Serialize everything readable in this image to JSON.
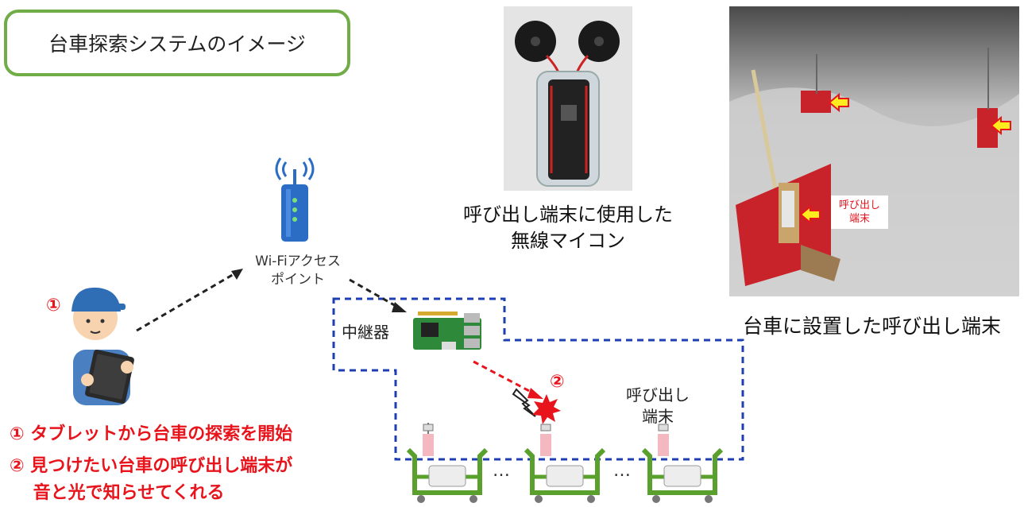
{
  "title": "台車探索システムのイメージ",
  "labels": {
    "access_point": "Wi-Fiアクセス\nポイント",
    "relay": "中継器",
    "call_terminal": "呼び出し\n端末",
    "step1_marker": "①",
    "step2_marker": "②",
    "ellipsis": "…"
  },
  "steps": [
    "① タブレットから台車の探索を開始",
    "② 見つけたい台車の呼び出し端末が\n　 音と光で知らせてくれる"
  ],
  "photos": {
    "micro_caption": "呼び出し端末に使用した\n無線マイコン",
    "cart_caption": "台車に設置した呼び出し端末",
    "cart_tag": "呼び出し\n端末"
  },
  "colors": {
    "accent_green": "#70ad47",
    "cart_green": "#5aa02c",
    "zone_blue": "#1f3fb0",
    "alert_red": "#e8141c"
  }
}
